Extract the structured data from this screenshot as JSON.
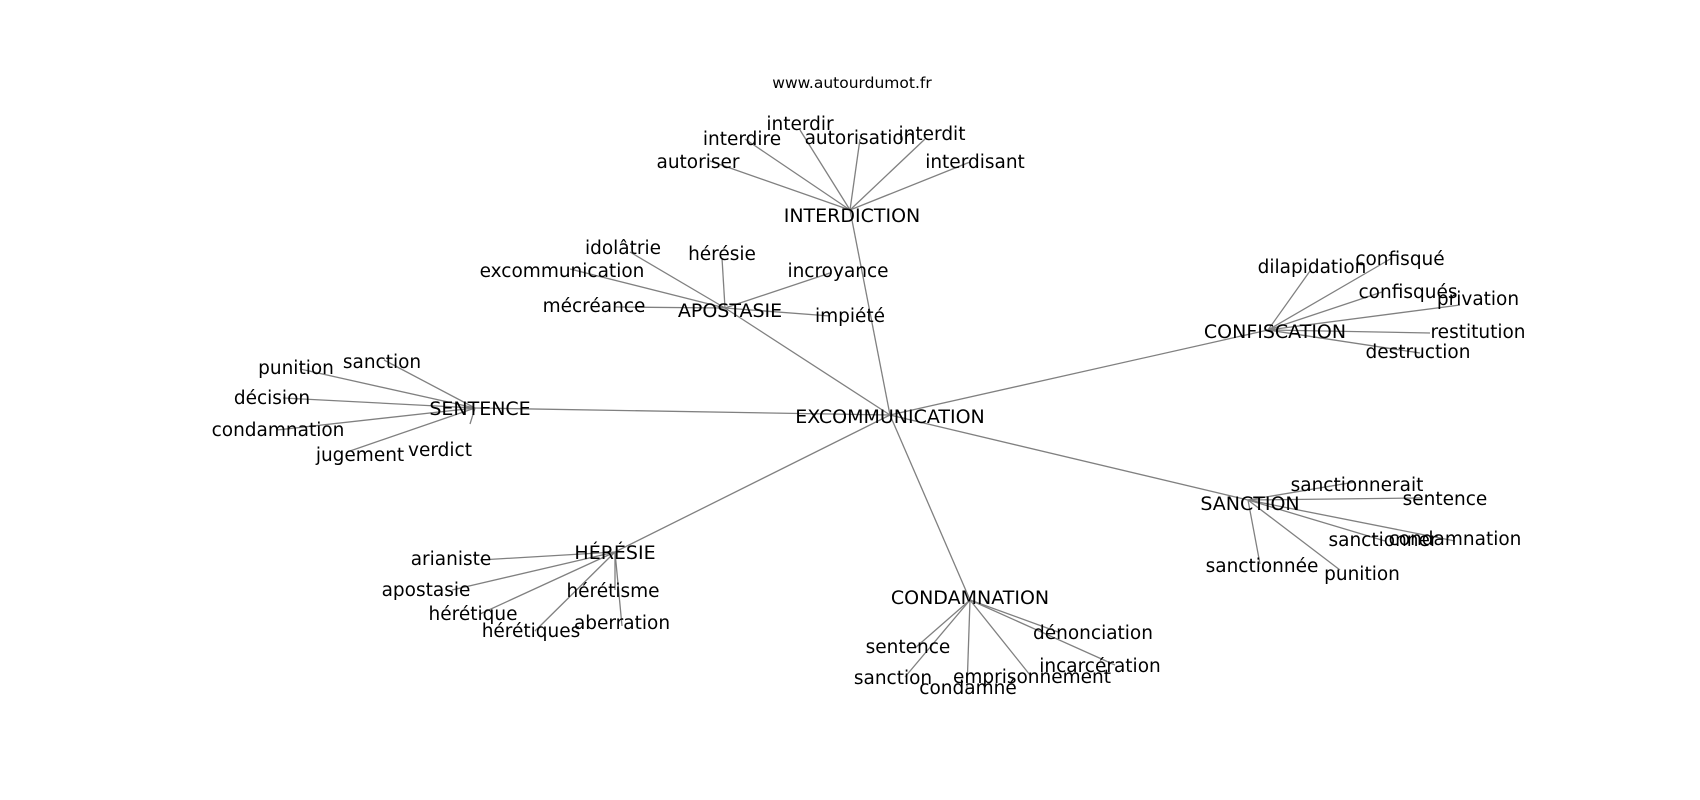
{
  "site_label": "www.autourdumot.fr",
  "colors": {
    "edge": "#808080",
    "text": "#000000",
    "background": "#ffffff"
  },
  "center": "EXCOMMUNICATION",
  "clusters": [
    {
      "id": "interdiction",
      "hub": "INTERDICTION",
      "words": [
        "autoriser",
        "interdire",
        "interdir",
        "autorisation",
        "interdit",
        "interdisant"
      ]
    },
    {
      "id": "apostasie",
      "hub": "APOSTASIE",
      "words": [
        "idolâtrie",
        "excommunication",
        "mécréance",
        "hérésie",
        "incroyance",
        "impiété"
      ]
    },
    {
      "id": "sentence",
      "hub": "SENTENCE",
      "words": [
        "punition",
        "sanction",
        "décision",
        "condamnation",
        "jugement",
        "verdict"
      ]
    },
    {
      "id": "confiscation",
      "hub": "CONFISCATION",
      "words": [
        "dilapidation",
        "confisqué",
        "confisqués",
        "privation",
        "restitution",
        "destruction"
      ]
    },
    {
      "id": "sanction",
      "hub": "SANCTION",
      "words": [
        "sanctionnerait",
        "sentence",
        "sanctionner",
        "condamnation",
        "sanctionnée",
        "punition"
      ]
    },
    {
      "id": "heresie",
      "hub": "HÉRÉSIE",
      "words": [
        "arianiste",
        "apostasie",
        "hérétique",
        "hérétiques",
        "hérétisme",
        "aberration"
      ]
    },
    {
      "id": "condamnation",
      "hub": "CONDAMNATION",
      "words": [
        "sentence",
        "sanction",
        "condamné",
        "emprisonnement",
        "dénonciation",
        "incarcération"
      ]
    }
  ]
}
